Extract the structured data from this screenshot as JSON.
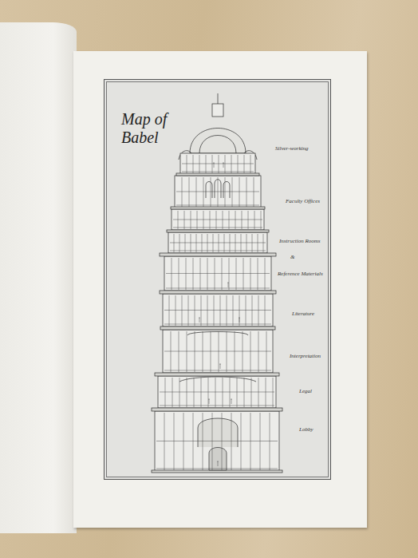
{
  "diagram": {
    "title": "Map of Babel",
    "labels": [
      "Silver-working",
      "Faculty Offices",
      "Instruction Rooms",
      "&",
      "Reference Materials",
      "Literature",
      "Interpretation",
      "Legal",
      "Lobby"
    ]
  }
}
